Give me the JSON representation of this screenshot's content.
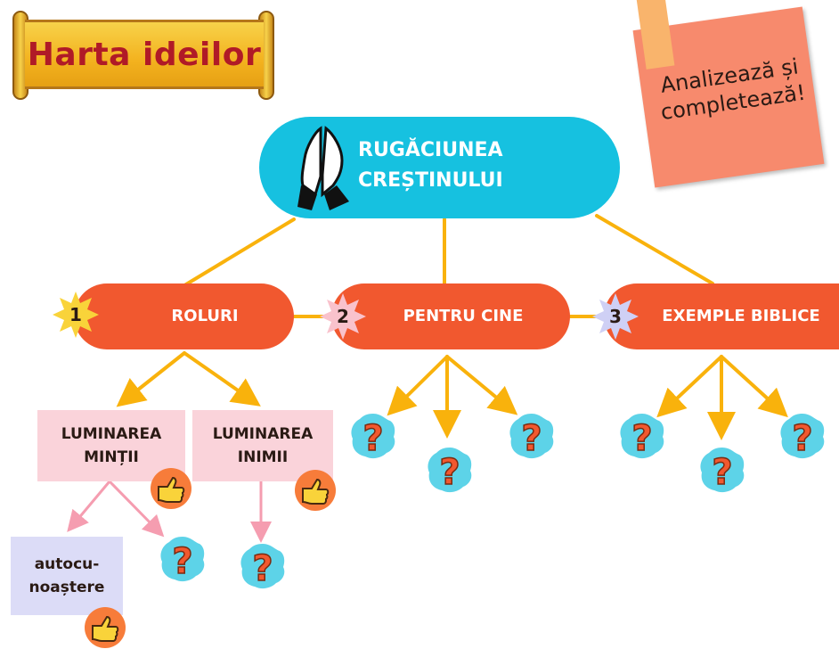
{
  "header": {
    "title": "Harta ideilor"
  },
  "note": {
    "line1": "Analizează și",
    "line2": "completează!"
  },
  "main": {
    "line1": "RUGĂCIUNEA",
    "line2": "CREȘTINULUI",
    "icon": "praying-hands-icon"
  },
  "categories": [
    {
      "number": "1",
      "label": "ROLURI",
      "badge_color": "#f9d33a"
    },
    {
      "number": "2",
      "label": "PENTRU CINE",
      "badge_color": "#f9c2cc"
    },
    {
      "number": "3",
      "label": "EXEMPLE BIBLICE",
      "badge_color": "#cfd0f5"
    }
  ],
  "roles": [
    {
      "line1": "LUMINAREA",
      "line2": "MINȚII"
    },
    {
      "line1": "LUMINAREA",
      "line2": "INIMII"
    }
  ],
  "sub": {
    "line1": "autocu-",
    "line2": "noaștere"
  },
  "colors": {
    "main": "#16c1e0",
    "category": "#f1582f",
    "connector": "#f9b20c",
    "pink_box": "#fad3da",
    "blue_box": "#dcdcf7",
    "pink_arrow": "#f59db0"
  }
}
